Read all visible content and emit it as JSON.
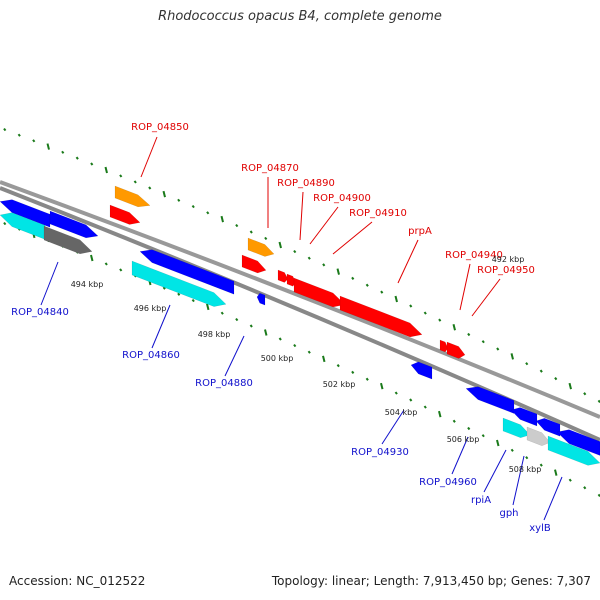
{
  "title": "Rhodococcus opacus B4, complete genome",
  "footer": {
    "accession": "Accession: NC_012522",
    "summary": "Topology: linear; Length: 7,913,450 bp; Genes: 7,307"
  },
  "colors": {
    "backbone": "#888888",
    "tick": "#1a7a1a",
    "label_plus": "#e00000",
    "label_minus": "#1010cc",
    "gene_red": "#ff0000",
    "gene_orange": "#ff9900",
    "gene_blue": "#0000ff",
    "gene_cyan": "#00e5e5",
    "gene_gray": "#666666",
    "gene_lightgray": "#cccccc"
  },
  "scale_labels": [
    "492 kbp",
    "494 kbp",
    "496 kbp",
    "498 kbp",
    "500 kbp",
    "502 kbp",
    "504 kbp",
    "506 kbp",
    "508 kbp"
  ],
  "genes_plus": [
    "ROP_04850",
    "ROP_04870",
    "ROP_04890",
    "ROP_04900",
    "ROP_04910",
    "prpA",
    "ROP_04940",
    "ROP_04950"
  ],
  "genes_minus": [
    "ROP_04840",
    "ROP_04860",
    "ROP_04880",
    "ROP_04930",
    "ROP_04960",
    "rpiA",
    "gph",
    "xylB"
  ]
}
